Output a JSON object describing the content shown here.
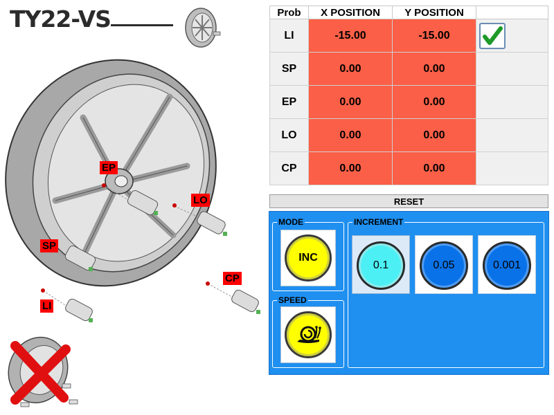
{
  "model": {
    "title": "TY22-VS"
  },
  "part_labels": {
    "ep": "EP",
    "lo": "LO",
    "sp": "SP",
    "cp": "CP",
    "li": "LI"
  },
  "table": {
    "headers": {
      "probe": "Prob",
      "x": "X POSITION",
      "y": "Y POSITION"
    },
    "rows": [
      {
        "probe": "LI",
        "x": "-15.00",
        "y": "-15.00",
        "checked": true
      },
      {
        "probe": "SP",
        "x": "0.00",
        "y": "0.00",
        "checked": false
      },
      {
        "probe": "EP",
        "x": "0.00",
        "y": "0.00",
        "checked": false
      },
      {
        "probe": "LO",
        "x": "0.00",
        "y": "0.00",
        "checked": false
      },
      {
        "probe": "CP",
        "x": "0.00",
        "y": "0.00",
        "checked": false
      }
    ]
  },
  "reset": {
    "label": "RESET"
  },
  "controls": {
    "mode": {
      "title": "MODE",
      "value": "INC"
    },
    "speed": {
      "title": "SPEED",
      "icon": "snail-icon"
    },
    "increment": {
      "title": "INCREMENT",
      "options": [
        {
          "label": "0.1",
          "selected": true
        },
        {
          "label": "0.05",
          "selected": false
        },
        {
          "label": "0.001",
          "selected": false
        }
      ]
    }
  },
  "colors": {
    "value_cell": "#fb5f47",
    "panel_blue": "#1f8ff0",
    "yellow": "#ffff00",
    "cyan": "#4cf0f4",
    "dark_blue": "#0a72e8",
    "label_red": "#ff0000",
    "check_green": "#1e9a28"
  }
}
